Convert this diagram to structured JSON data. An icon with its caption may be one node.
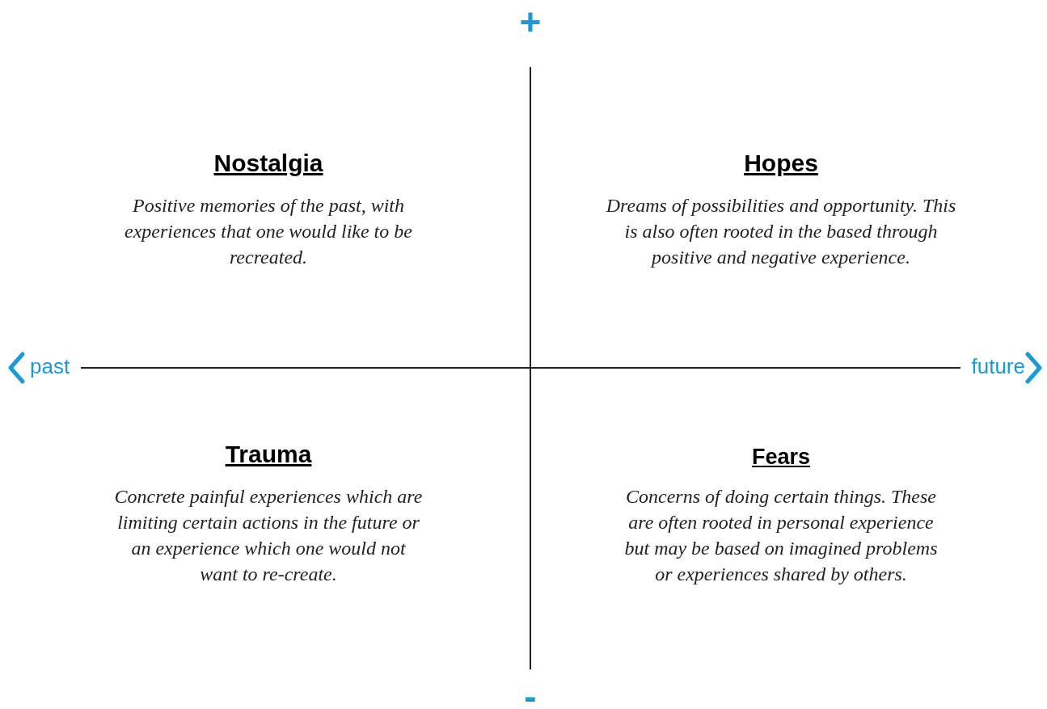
{
  "diagram": {
    "labels": [
      "+",
      "Nostalgia",
      "Hopes",
      "Positive memories of the past, with experiences that one would like to be recreated.",
      "Dreams of possibilities and opportunity. This is also often rooted in the based through positive and negative experience.",
      "past",
      "future",
      "Trauma",
      "Fears",
      "Concrete painful experiences which are limiting certain actions in the future or an experience which one would not want to re-create.",
      "Concerns of doing certain things. These are often rooted in personal experience but may be based on imagined problems or experiences shared by others.",
      "-"
    ]
  }
}
